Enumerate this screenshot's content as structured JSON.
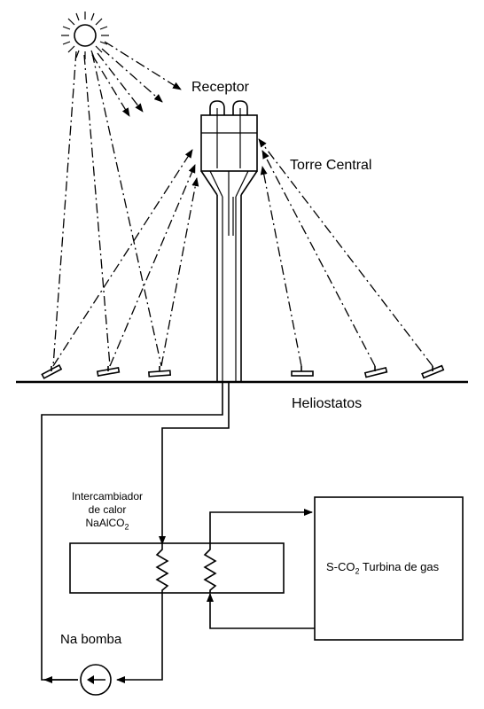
{
  "labels": {
    "receptor": "Receptor",
    "tower": "Torre Central",
    "heliostats": "Heliostatos",
    "exchanger_line1": "Intercambiador",
    "exchanger_line2": "de calor",
    "exchanger_line3": "NaAlCO",
    "exchanger_sub": "2",
    "turbine_prefix": "S-CO",
    "turbine_sub": "2",
    "turbine_suffix": " Turbina de gas",
    "pump": "Na bomba"
  },
  "icons": {
    "sun": "sun-icon",
    "pump": "pump-icon",
    "heat_coil": "zigzag-coil-icon",
    "mirror": "heliostat-mirror-icon"
  },
  "colors": {
    "line": "#000000",
    "background": "#ffffff"
  }
}
